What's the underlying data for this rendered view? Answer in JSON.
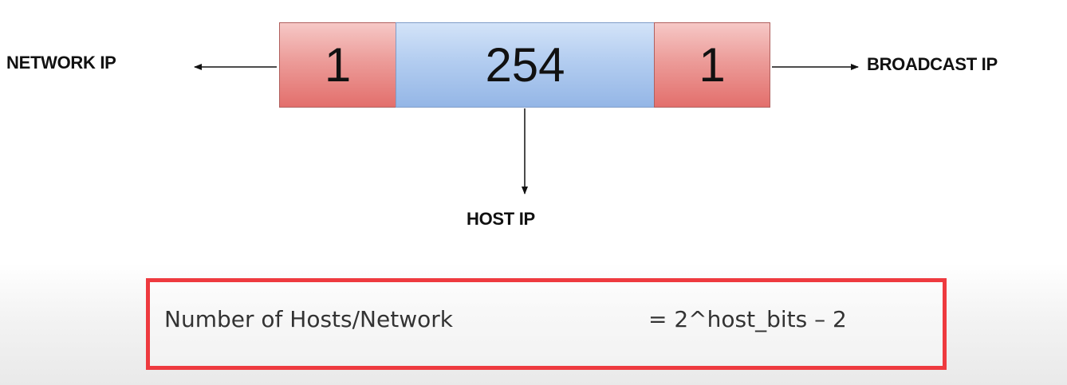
{
  "diagram": {
    "segments": [
      {
        "value": "1",
        "color": "#e88a87"
      },
      {
        "value": "254",
        "color": "#b3cdf0"
      },
      {
        "value": "1",
        "color": "#e88a87"
      }
    ],
    "labels": {
      "network": "NETWORK IP",
      "broadcast": "BROADCAST IP",
      "host": "HOST IP"
    }
  },
  "formula": {
    "label": "Number of Hosts/Network",
    "expression": "= 2^host_bits – 2",
    "border_color": "#ee3a3f"
  }
}
